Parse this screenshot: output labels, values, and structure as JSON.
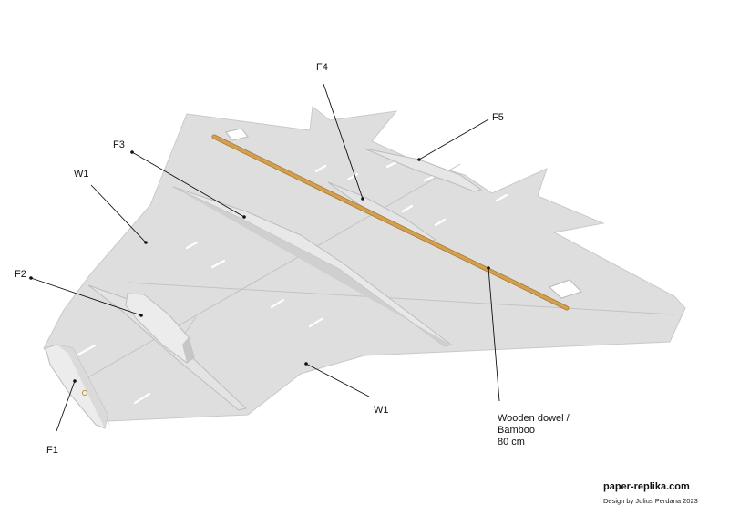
{
  "labels": {
    "f1": "F1",
    "f2": "F2",
    "f3": "F3",
    "f4": "F4",
    "f5": "F5",
    "w1_upper": "W1",
    "w1_lower": "W1"
  },
  "dowel_note": [
    "Wooden dowel /",
    "Bamboo",
    "80 cm"
  ],
  "footer": {
    "brand": "paper-replika.com",
    "credit": "Design by Julius Perdana 2023"
  },
  "colors": {
    "paper": "#dedede",
    "edge": "#bdbdbd",
    "slot": "#ffffff",
    "dowel": "#d2a050",
    "dowel_edge": "#a87a30",
    "leader": "#111111"
  }
}
